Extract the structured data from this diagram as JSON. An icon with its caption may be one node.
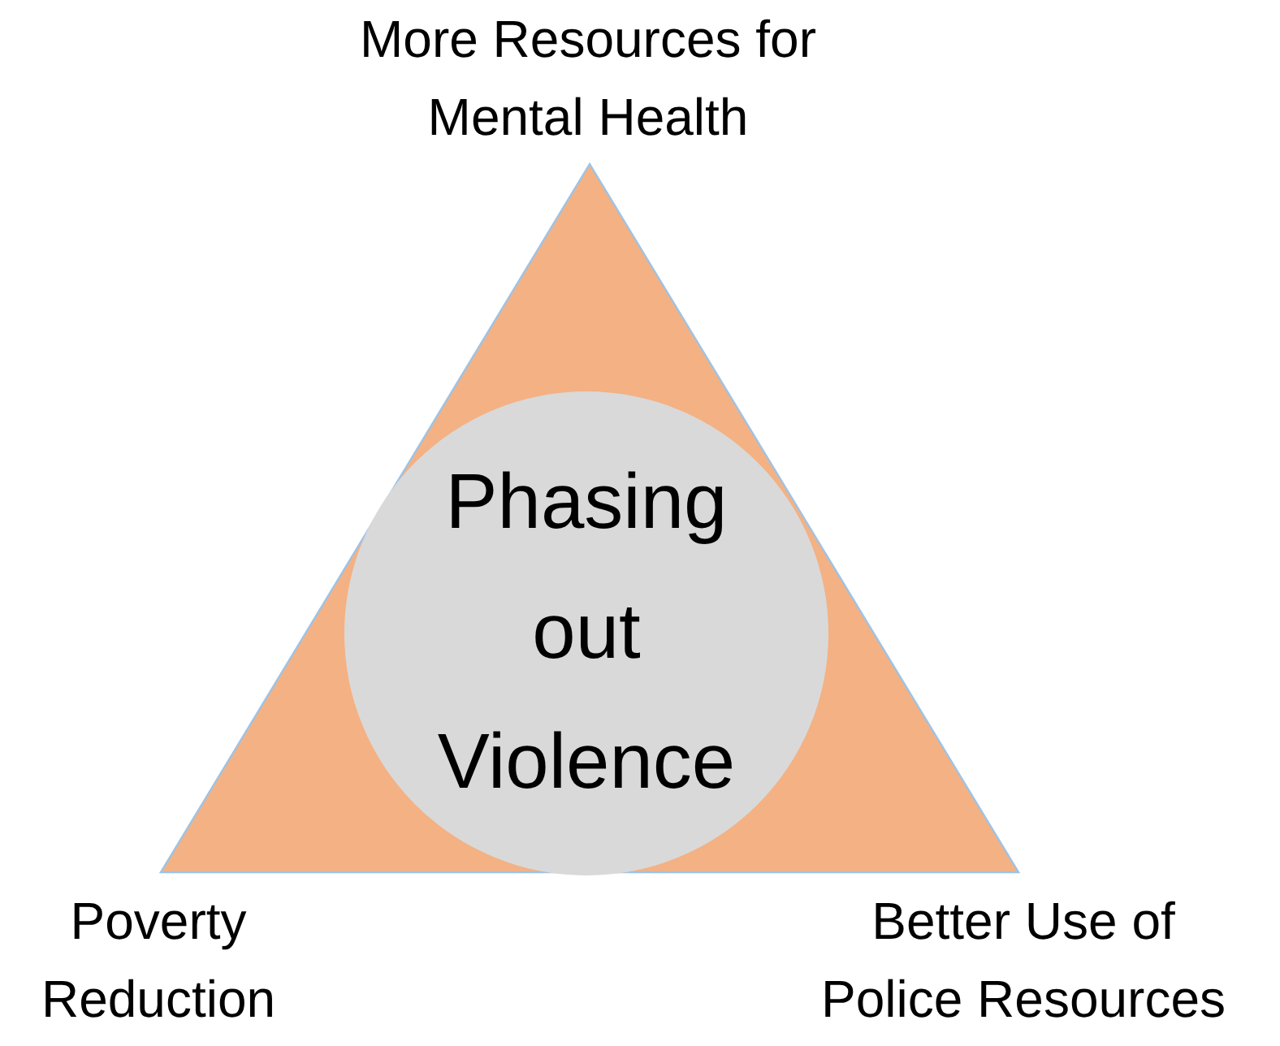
{
  "diagram": {
    "nodes": [
      {
        "text": [],
        "shape": "triangle"
      },
      {
        "text": [
          "Phasing out Violence"
        ],
        "in": 0
      }
    ],
    "labels": [
      "More Resources for Mental Health",
      "Poverty Reduction",
      "Better Use of Police Resources"
    ]
  }
}
